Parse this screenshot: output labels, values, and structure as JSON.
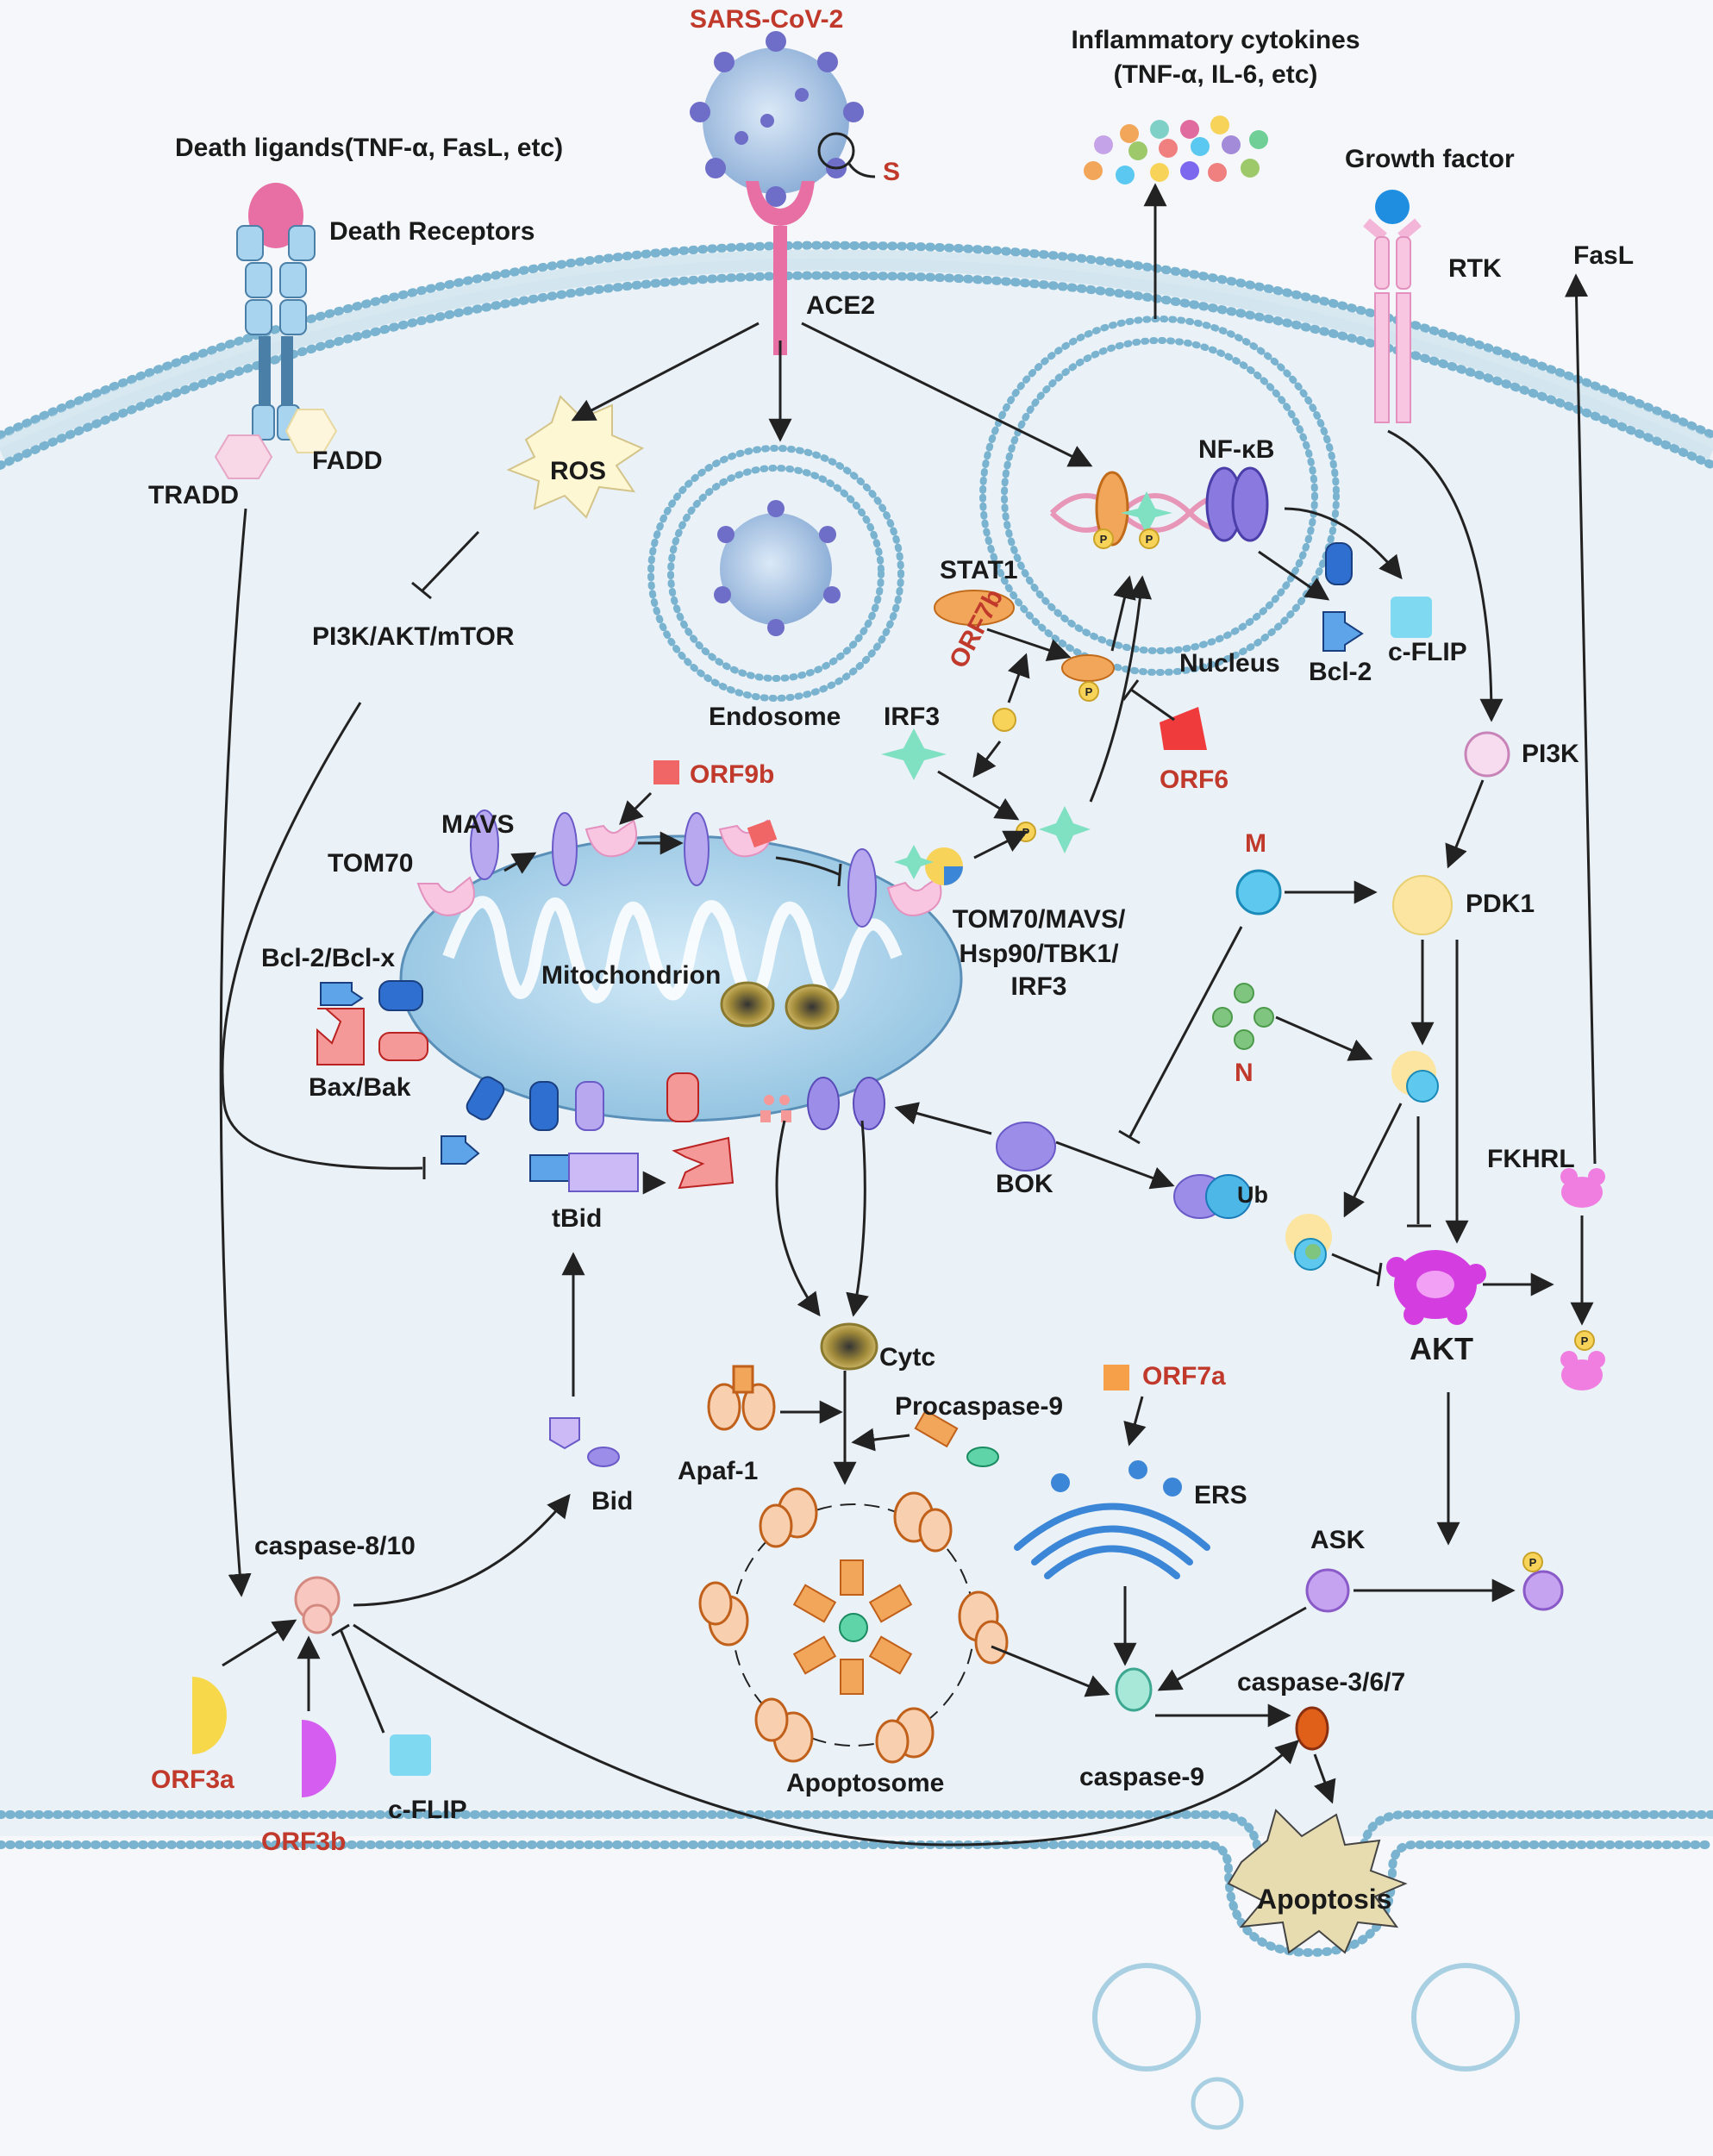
{
  "colors": {
    "membrane": "#6fa8c7",
    "cytoplasm": "#e9f1f7",
    "viral_label": "#c0392b",
    "arrow": "#222222",
    "mitochondrion": "#a9cfe8",
    "orf_protein": "#f06565"
  },
  "labels": {
    "sars_cov_2": "SARS-CoV-2",
    "spike": "S",
    "ace2": "ACE2",
    "inflammatory_cytokines_line1": "Inflammatory cytokines",
    "inflammatory_cytokines_line2": "(TNF-α, IL-6, etc)",
    "death_ligands": "Death ligands(TNF-α, FasL, etc)",
    "death_receptors": "Death Receptors",
    "growth_factor": "Growth factor",
    "rtk": "RTK",
    "fasl": "FasL",
    "fadd": "FADD",
    "tradd": "TRADD",
    "ros": "ROS",
    "pi3k_akt_mtor": "PI3K/AKT/mTOR",
    "endosome": "Endosome",
    "nf_kb": "NF-κB",
    "stat1": "STAT1",
    "orf7b": "ORF7b",
    "irf3": "IRF3",
    "orf6": "ORF6",
    "nucleus": "Nucleus",
    "bcl2_nucleus": "Bcl-2",
    "cflip_nucleus": "c-FLIP",
    "pi3k": "PI3K",
    "orf9b": "ORF9b",
    "mavs": "MAVS",
    "tom70": "TOM70",
    "complex_line1": "TOM70/MAVS/",
    "complex_line2": "Hsp90/TBK1/",
    "complex_line3": "IRF3",
    "m_protein": "M",
    "pdk1": "PDK1",
    "n_protein": "N",
    "bcl2_bclx": "Bcl-2/Bcl-x",
    "mitochondrion": "Mitochondrion",
    "bax_bak": "Bax/Bak",
    "tbid": "tBid",
    "bok": "BOK",
    "ub": "Ub",
    "fkhrl": "FKHRL",
    "akt": "AKT",
    "cytc": "Cytc",
    "orf7a": "ORF7a",
    "procaspase9": "Procaspase-9",
    "apaf1": "Apaf-1",
    "ers": "ERS",
    "bid": "Bid",
    "caspase8_10": "caspase-8/10",
    "ask": "ASK",
    "caspase3_6_7": "caspase-3/6/7",
    "caspase9": "caspase-9",
    "apoptosome": "Apoptosome",
    "orf3a": "ORF3a",
    "orf3b": "ORF3b",
    "cflip": "c-FLIP",
    "apoptosis": "Apoptosis",
    "p": "P"
  }
}
